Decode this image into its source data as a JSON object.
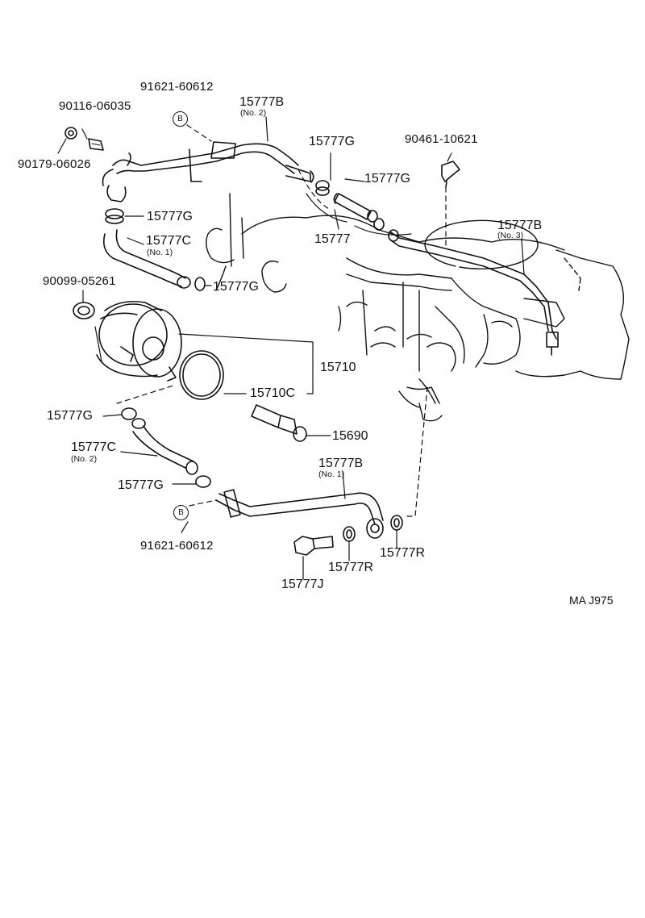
{
  "labels": {
    "p91621_top": "91621-60612",
    "p90116": "90116-06035",
    "p90179": "90179-06026",
    "p15777B_no2": "15777B",
    "no2_top": "(No. 2)",
    "p15777G_a": "15777G",
    "p90461": "90461-10621",
    "p15777G_b": "15777G",
    "p15777B_no3": "15777B",
    "no3": "(No. 3)",
    "p15777G_c": "15777G",
    "p15777": "15777",
    "p15777C_no1": "15777C",
    "no1_c": "(No. 1)",
    "p15777G_d": "15777G",
    "p90099": "90099-05261",
    "p15710": "15710",
    "p15710C": "15710C",
    "p15777G_e": "15777G",
    "p15690": "15690",
    "p15777C_no2": "15777C",
    "no2_c": "(No. 2)",
    "p15777B_no1": "15777B",
    "no1_b": "(No. 1)",
    "p15777G_f": "15777G",
    "p91621_bot": "91621-60612",
    "p15777R_a": "15777R",
    "p15777R_b": "15777R",
    "p15777J": "15777J",
    "figure_code": "MA J975",
    "b_mark_top": "B",
    "b_mark_bot": "B"
  }
}
